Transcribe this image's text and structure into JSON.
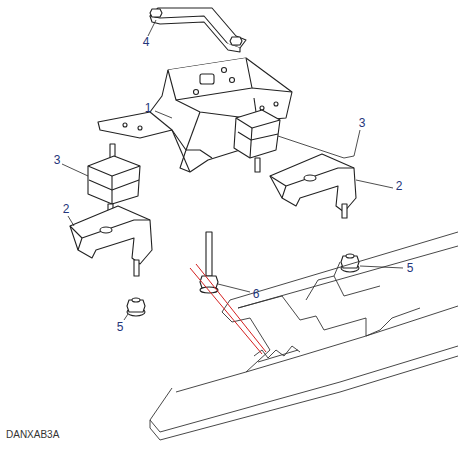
{
  "diagram": {
    "labels": [
      "4",
      "1",
      "3",
      "3",
      "2",
      "2",
      "5",
      "6",
      "5",
      "DANXAB3A"
    ]
  }
}
